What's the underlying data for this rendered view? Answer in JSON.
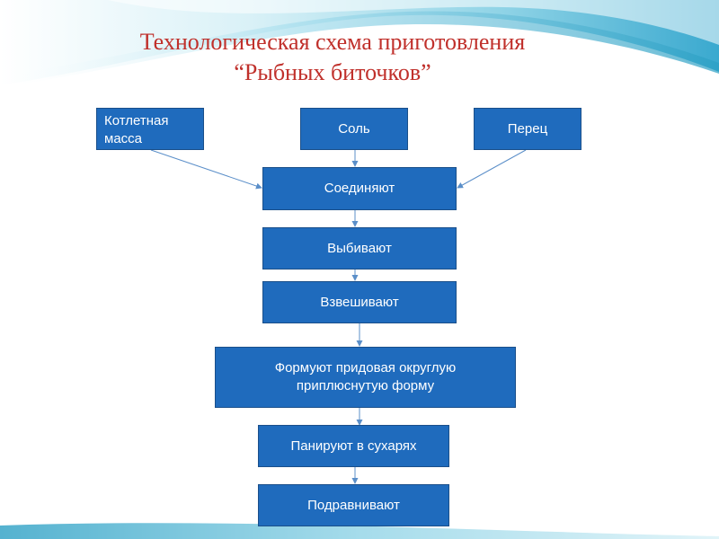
{
  "title": {
    "line1": "Технологическая схема приготовления",
    "line2": "“Рыбных биточков”"
  },
  "nodes": {
    "kotletnaya_massa": "Котлетная масса",
    "sol": "Соль",
    "perets": "Перец",
    "soedinyayut": "Соединяют",
    "vybivayut": "Выбивают",
    "vzveshivayut": "Взвешивают",
    "formuyut": "Формуют  придовая округлую приплюснутую форму",
    "paniruyut": "Панируют в сухарях",
    "podravnivayut": "Подравнивают"
  },
  "colors": {
    "box_fill": "#1f6bbd",
    "box_border": "#1a4f8a",
    "title": "#c0302b",
    "arrow": "#5b8fc9",
    "wave_light": "#bfe7f2",
    "wave_mid": "#6fc6df",
    "wave_dark": "#2a9fc4"
  }
}
